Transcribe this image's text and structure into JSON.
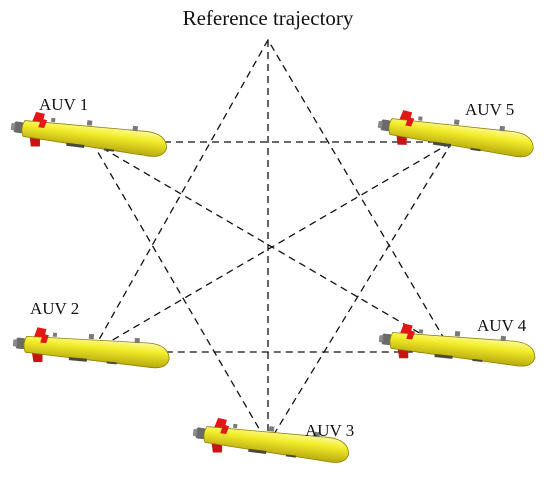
{
  "title": "Reference trajectory",
  "vehicles": [
    {
      "id": "auv1",
      "label": "AUV 1"
    },
    {
      "id": "auv2",
      "label": "AUV 2"
    },
    {
      "id": "auv3",
      "label": "AUV 3"
    },
    {
      "id": "auv4",
      "label": "AUV 4"
    },
    {
      "id": "auv5",
      "label": "AUV 5"
    }
  ],
  "colors": {
    "hull": "#f2ee2a",
    "hull_shadow": "#b9a90f",
    "hull_highlight": "#fffa9c",
    "fin": "#e01818",
    "prop": "#6a6a6a",
    "line": "#111111"
  },
  "icons": {
    "vehicle": "auv-icon"
  }
}
